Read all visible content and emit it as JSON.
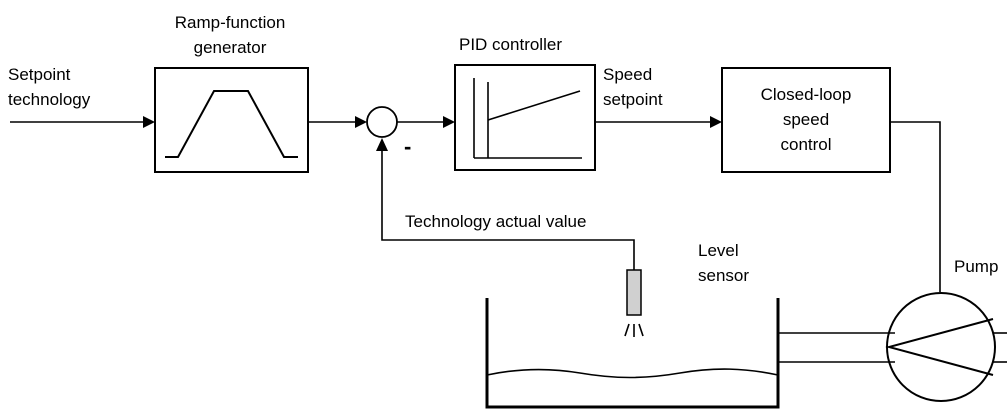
{
  "labels": {
    "setpoint_technology_1": "Setpoint",
    "setpoint_technology_2": "technology",
    "ramp_generator_1": "Ramp-function",
    "ramp_generator_2": "generator",
    "minus_sign": "-",
    "pid_controller": "PID controller",
    "speed_setpoint_1": "Speed",
    "speed_setpoint_2": "setpoint",
    "closed_loop_1": "Closed-loop",
    "closed_loop_2": "speed",
    "closed_loop_3": "control",
    "technology_actual_value": "Technology actual value",
    "level_sensor_1": "Level",
    "level_sensor_2": "sensor",
    "pump": "Pump"
  },
  "colors": {
    "line": "#000000",
    "sensor_fill": "#d0d0d0",
    "background": "#ffffff"
  }
}
